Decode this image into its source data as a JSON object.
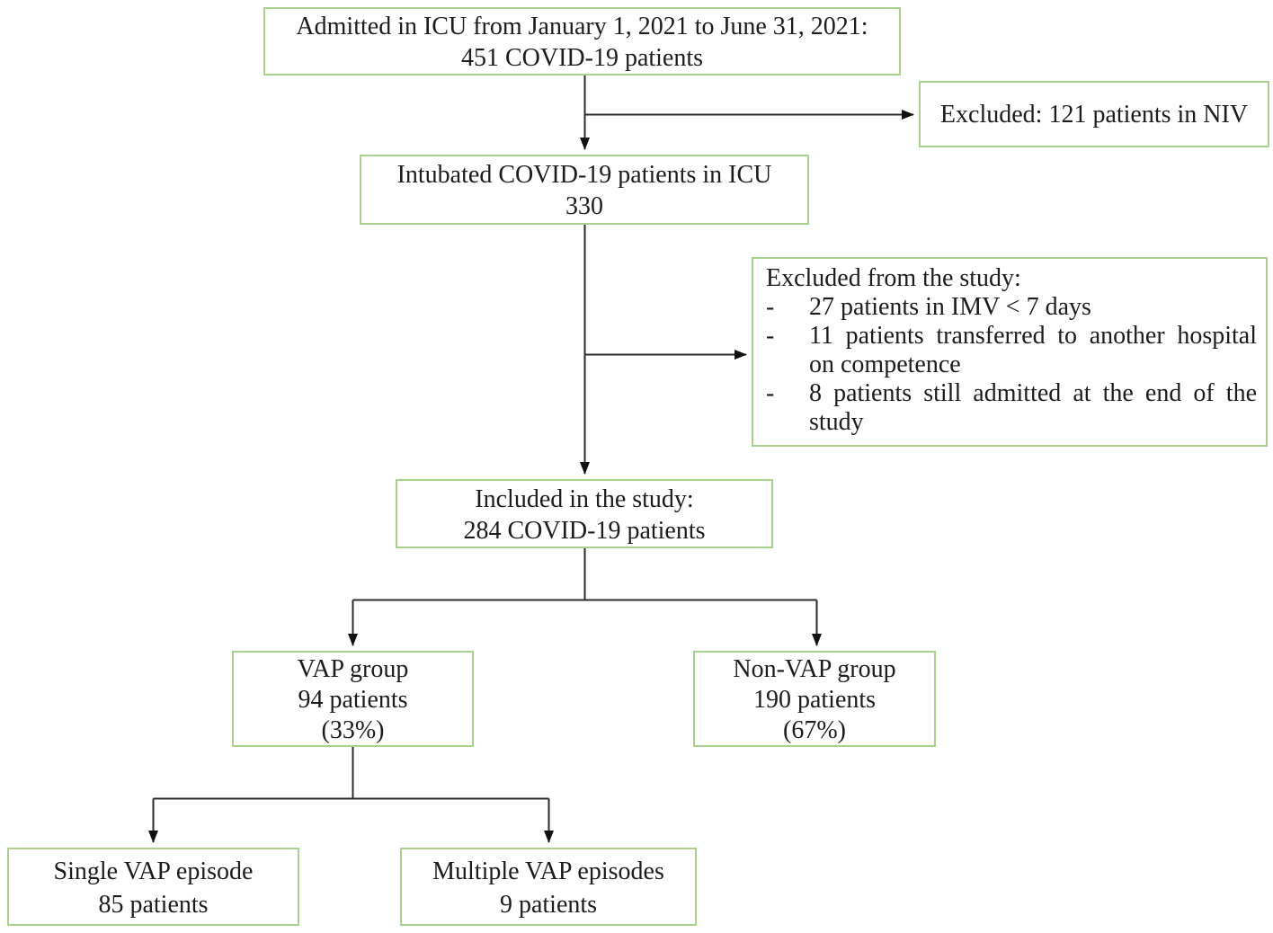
{
  "figure": {
    "type": "patient-flow-diagram",
    "colors": {
      "box_border": "#a9d18e",
      "box_fill": "#ffffff",
      "connector_line": "#2b2b2b",
      "arrowhead": "#111111",
      "text": "#1c1c1c",
      "background": "#ffffff"
    },
    "nodes": {
      "admitted": {
        "lines": [
          "Admitted in ICU from January 1, 2021 to June 31, 2021:",
          "451 COVID-19 patients"
        ]
      },
      "excluded_niv": {
        "lines": [
          "Excluded: 121 patients in NIV"
        ]
      },
      "intubated": {
        "lines": [
          "Intubated COVID-19 patients in ICU",
          "330"
        ]
      },
      "excluded_study": {
        "title": "Excluded from the study:",
        "items": [
          {
            "dash": "-",
            "text": "27 patients in IMV < 7 days"
          },
          {
            "dash": "-",
            "text": "11 patients transferred to another hospital on competence"
          },
          {
            "dash": "-",
            "text": "8 patients still admitted at the end of the study"
          }
        ]
      },
      "included": {
        "lines": [
          "Included in the study:",
          "284 COVID-19 patients"
        ]
      },
      "vap": {
        "lines": [
          "VAP group",
          "94 patients",
          "(33%)"
        ]
      },
      "non_vap": {
        "lines": [
          "Non-VAP group",
          "190 patients",
          "(67%)"
        ]
      },
      "single_vap": {
        "lines": [
          "Single VAP episode",
          "85 patients"
        ]
      },
      "multiple_vap": {
        "lines": [
          "Multiple VAP episodes",
          "9 patients"
        ]
      }
    }
  }
}
